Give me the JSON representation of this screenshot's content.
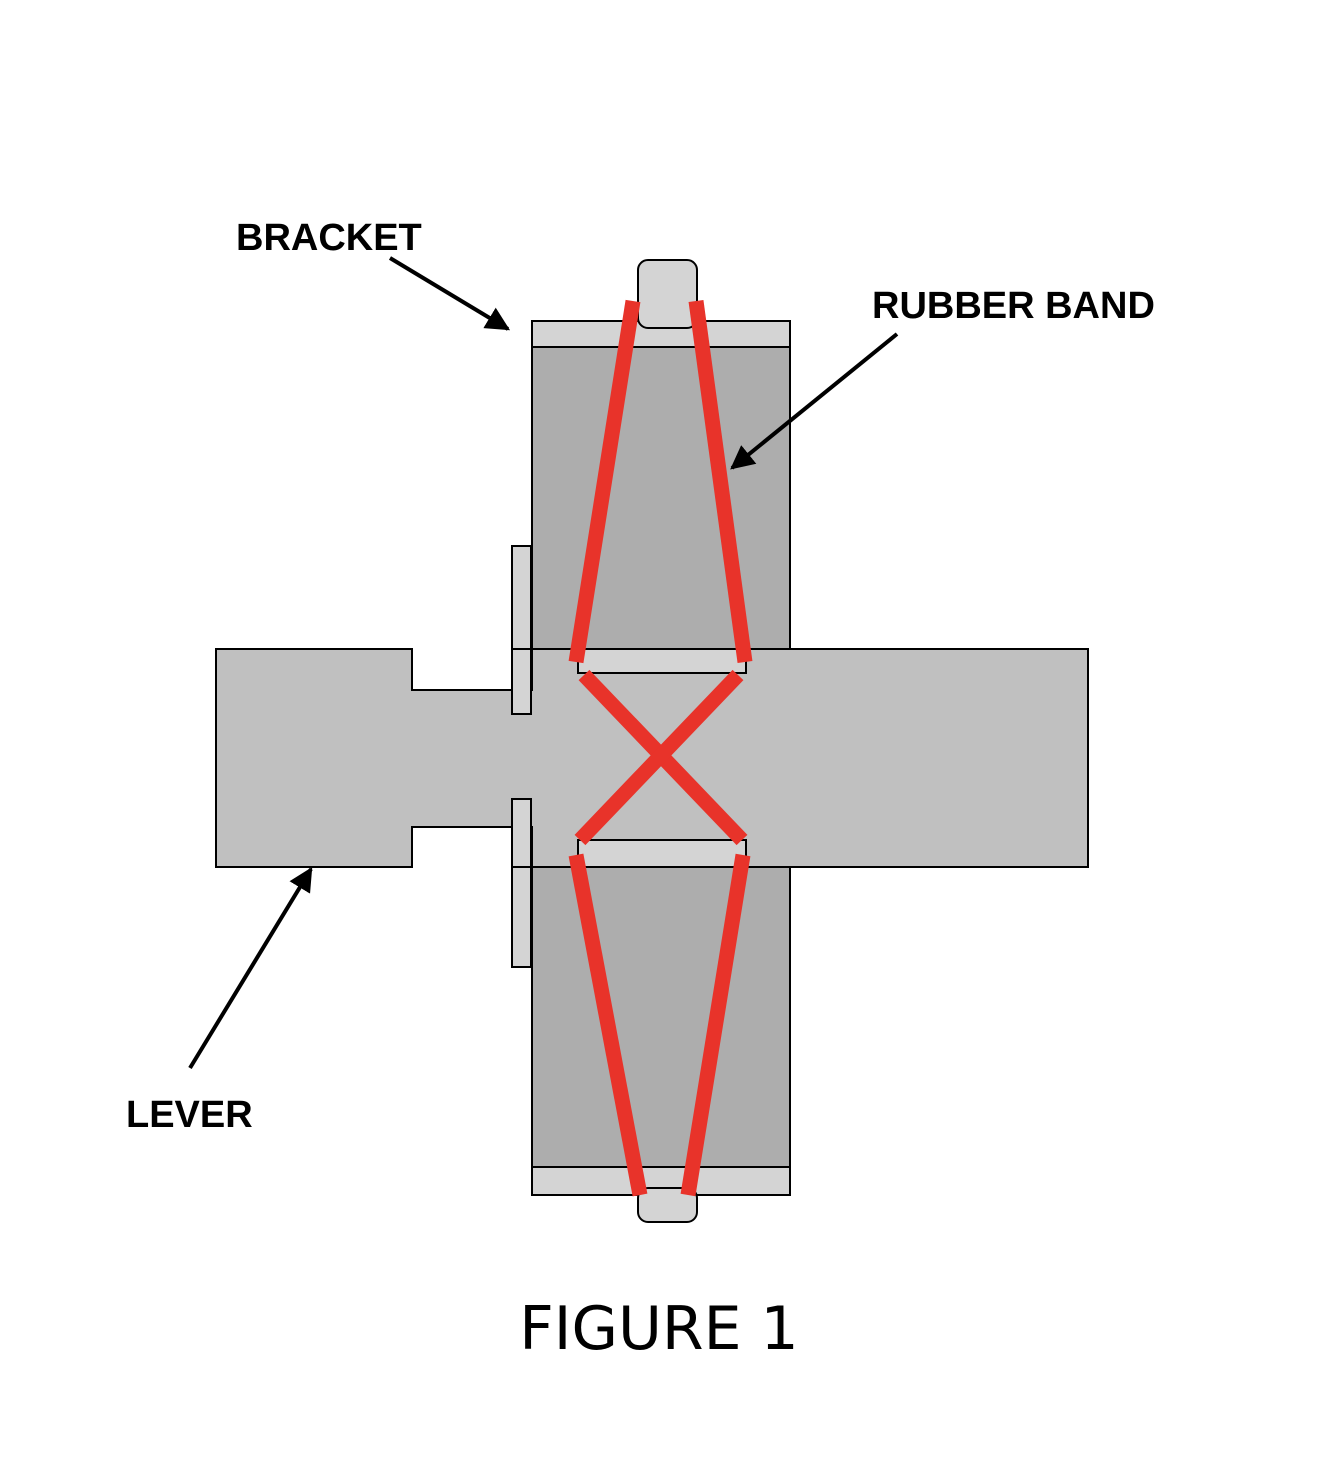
{
  "labels": {
    "bracket": "BRACKET",
    "rubber_band": "RUBBER BAND",
    "lever": "LEVER"
  },
  "caption": "FIGURE 1",
  "colors": {
    "bracket_body": "#adadad",
    "bracket_plate": "#d4d4d4",
    "lever": "#c0c0c0",
    "rubber_band": "#e8332a",
    "outline": "#000000",
    "background": "#ffffff"
  }
}
